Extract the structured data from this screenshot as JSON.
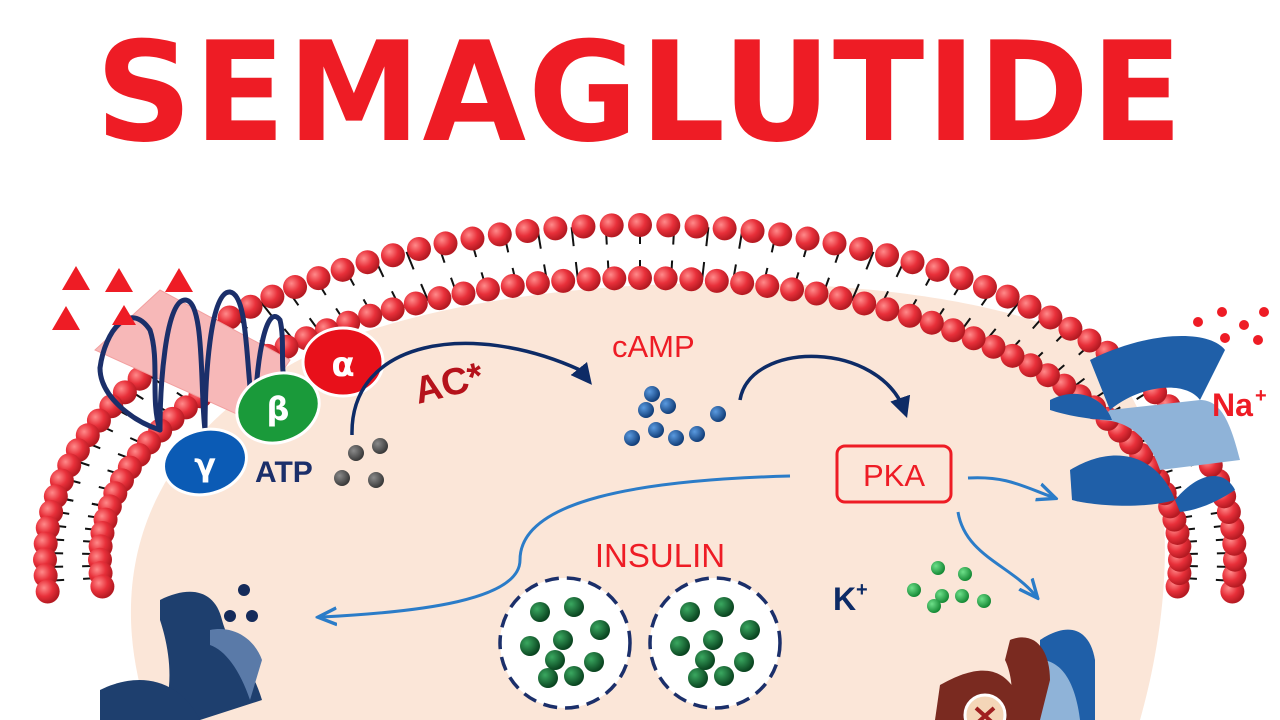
{
  "title": "SEMAGLUTIDE",
  "labels": {
    "gamma": "γ",
    "beta": "β",
    "alpha": "α",
    "atp": "ATP",
    "ac": "AC*",
    "camp": "cAMP",
    "pka": "PKA",
    "insulin": "INSULIN",
    "na": "Na",
    "na_sup": "+",
    "k": "K",
    "k_sup": "+"
  },
  "colors": {
    "title": "#ee1c25",
    "membrane_head": "#e8303a",
    "cytoplasm": "#fbe6d8",
    "gprotein_alpha": "#e8101a",
    "gprotein_beta": "#1a9a3a",
    "gprotein_gamma": "#0b5bb5",
    "arrow_dark": "#0d2b66",
    "arrow_blue": "#2b7cc8",
    "camp_dots": "#1a5aa8",
    "atp_dots": "#555555",
    "k_dots": "#22aa44",
    "insulin_dots": "#0f5c2a",
    "channel_blue": "#1f5fa8",
    "channel_dark": "#183c6a",
    "channel_brown": "#7a2a20"
  }
}
